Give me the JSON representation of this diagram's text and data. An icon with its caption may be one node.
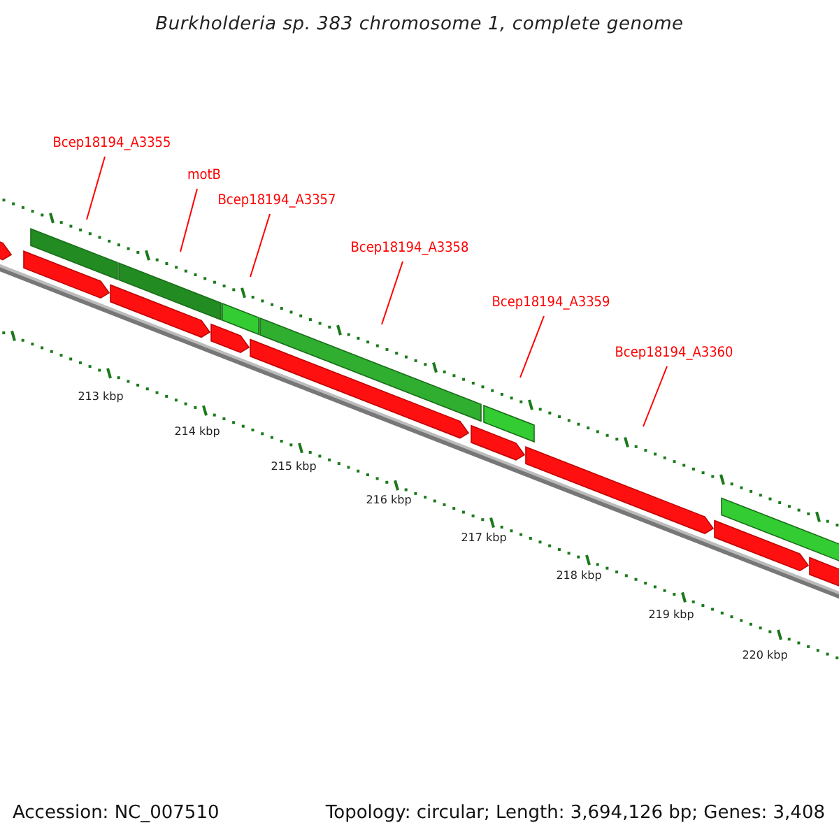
{
  "diagram": {
    "title": "Burkholderia sp. 383 chromosome 1, complete genome",
    "nodes": [
      {
        "text": [
          "Bcep18194_A3355"
        ]
      },
      {
        "text": [
          "motB"
        ]
      },
      {
        "text": [
          "Bcep18194_A3357"
        ]
      },
      {
        "text": [
          "Bcep18194_A3358"
        ]
      },
      {
        "text": [
          "Bcep18194_A3359"
        ]
      },
      {
        "text": [
          "Bcep18194_A3360"
        ]
      }
    ],
    "edges": [
      {
        "from": 0,
        "to": null,
        "arrow": "none"
      },
      {
        "from": 1,
        "to": null,
        "arrow": "none"
      },
      {
        "from": 2,
        "to": null,
        "arrow": "none"
      },
      {
        "from": 3,
        "to": null,
        "arrow": "none"
      },
      {
        "from": 4,
        "to": null,
        "arrow": "none"
      },
      {
        "from": 5,
        "to": null,
        "arrow": "none"
      }
    ],
    "labels": [
      "213 kbp",
      "214 kbp",
      "215 kbp",
      "216 kbp",
      "217 kbp",
      "218 kbp",
      "219 kbp",
      "220 kbp",
      "Accession: NC_007510",
      "Topology: circular; Length: 3,694,126 bp; Genes: 3,408"
    ]
  }
}
